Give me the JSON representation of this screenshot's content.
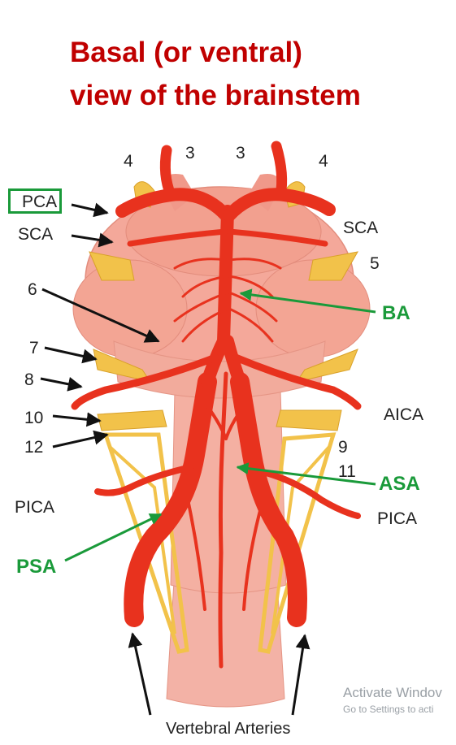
{
  "title": {
    "line1": "Basal (or ventral)",
    "line2": "view of the brainstem"
  },
  "labels": {
    "pca": "PCA",
    "sca_left": "SCA",
    "sca_right": "SCA",
    "n4_left": "4",
    "n3_left": "3",
    "n3_right": "3",
    "n4_right": "4",
    "n5": "5",
    "n6": "6",
    "n7": "7",
    "n8": "8",
    "n10": "10",
    "n12": "12",
    "n9": "9",
    "n11": "11",
    "aica": "AICA",
    "pica_left": "PICA",
    "pica_right": "PICA",
    "vertebral": "Vertebral Arteries"
  },
  "green_labels": {
    "ba": "BA",
    "asa": "ASA",
    "psa": "PSA"
  },
  "watermark": {
    "line1": "Activate Windov",
    "line2": "Go to Settings to acti"
  },
  "colors": {
    "title": "#c00000",
    "annotation_green": "#1a9a3a",
    "artery_red": "#e8321e",
    "tissue_pink": "#f4a89a",
    "nerve_yellow": "#f2c24a"
  }
}
